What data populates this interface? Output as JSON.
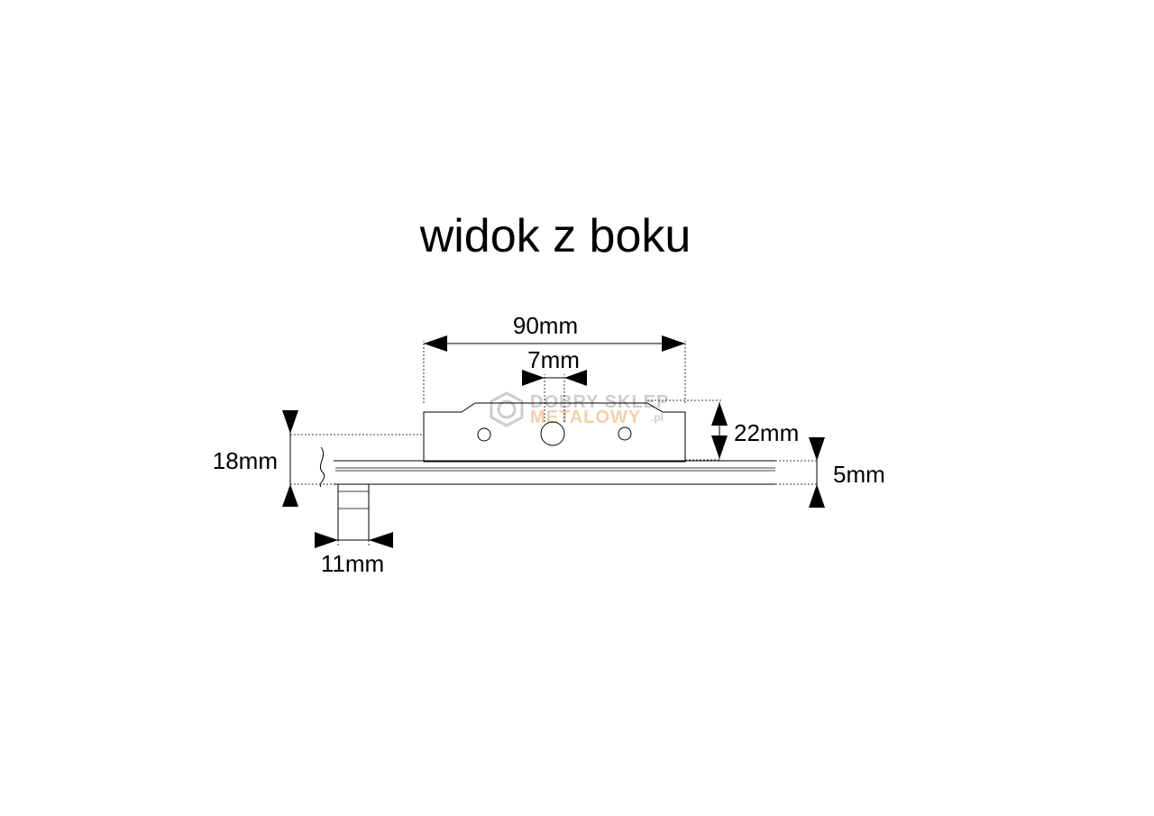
{
  "title": "widok z boku",
  "dimensions": {
    "length_total": "90mm",
    "hole": "7mm",
    "height_body": "22mm",
    "bar_height": "18mm",
    "thickness": "5mm",
    "foot_width": "11mm"
  },
  "watermark": {
    "line1": "DOBRY SKLEP",
    "line2": "METALOWY",
    "suffix": ".pl"
  },
  "colors": {
    "ink": "#000000",
    "background": "#ffffff",
    "watermark_gray": "#c8c8c8",
    "watermark_orange": "#f3c9a4"
  }
}
